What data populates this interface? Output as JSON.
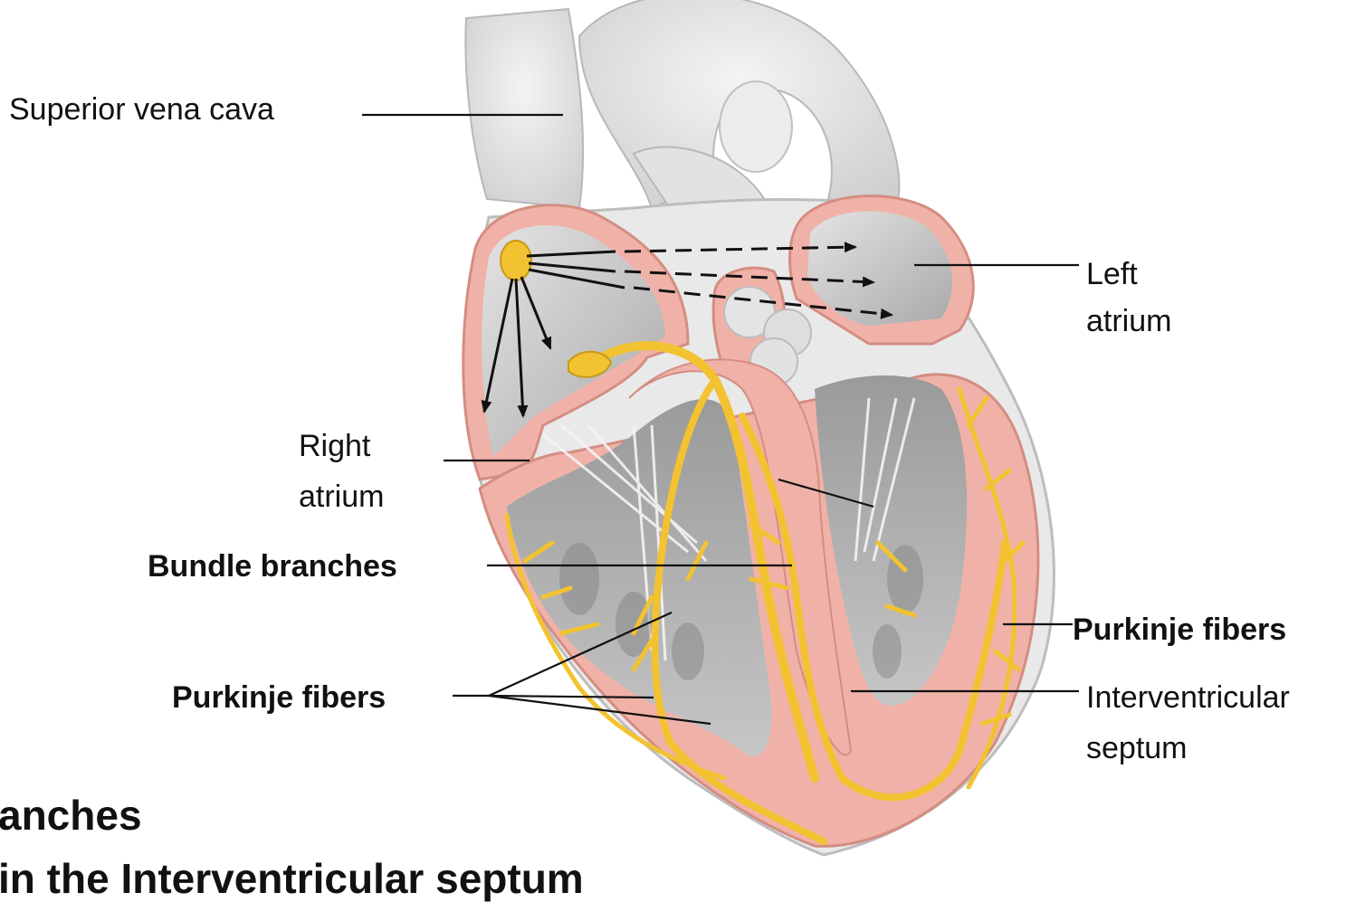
{
  "labels": {
    "superior_vena_cava": "Superior vena cava",
    "left_atrium_1": "Left",
    "left_atrium_2": "atrium",
    "right_atrium_1": "Right",
    "right_atrium_2": "atrium",
    "bundle_branches": "Bundle branches",
    "purkinje_right": "Purkinje fibers",
    "purkinje_left": "Purkinje fibers",
    "interventricular_1": "Interventricular",
    "interventricular_2": "septum"
  },
  "slide_text": {
    "heading_fragment": "anches",
    "body_fragment": "in the Interventricular septum"
  },
  "colors": {
    "muscle": "#f0b2a8",
    "muscle_dark": "#e0988c",
    "fiber": "#f2c230",
    "vessel": "#e6e6e6",
    "chamber": "#cfcfcf",
    "chamber_dark": "#9c9c9c"
  }
}
